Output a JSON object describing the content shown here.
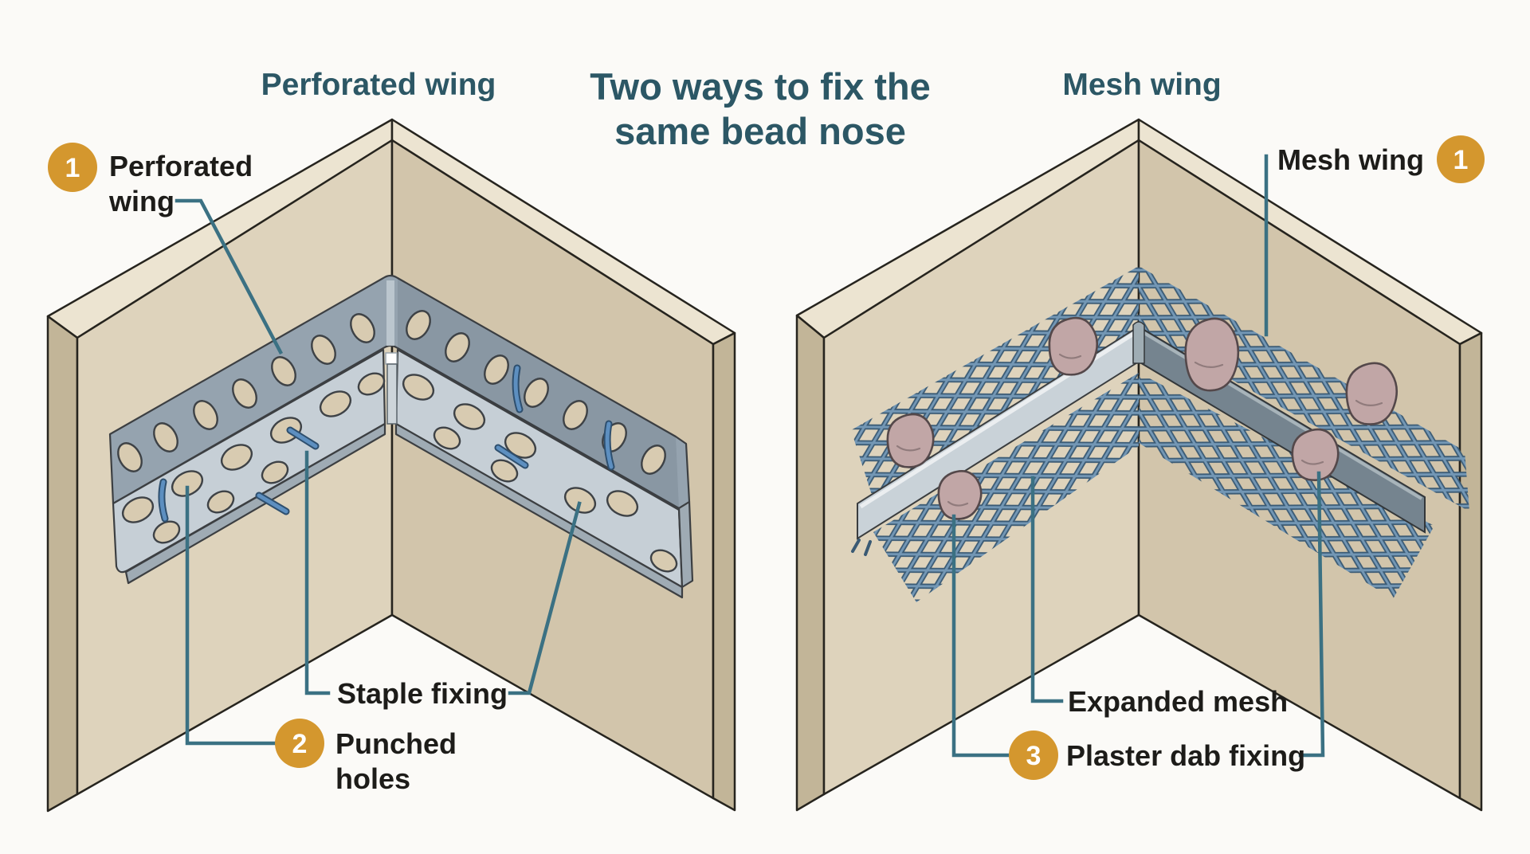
{
  "title": {
    "line1": "Two ways to fix the",
    "line2": "same bead nose"
  },
  "left_diagram": {
    "heading": "Perforated wing",
    "callout_perforated_wing": {
      "number": "1",
      "line1": "Perforated",
      "line2": "wing"
    },
    "callout_staple_fixing": {
      "label": "Staple fixing"
    },
    "callout_punched_holes": {
      "number": "2",
      "line1": "Punched",
      "line2": "holes"
    }
  },
  "right_diagram": {
    "heading": "Mesh wing",
    "callout_mesh_wing": {
      "number": "1",
      "label": "Mesh wing"
    },
    "callout_expanded_mesh": {
      "label": "Expanded mesh"
    },
    "callout_plaster_dab": {
      "number": "3",
      "label": "Plaster dab fixing"
    }
  },
  "colors": {
    "page_bg": "#fbfaf7",
    "ink": "#26241e",
    "ink_soft": "#3c3f42",
    "label_ink": "#1d1c19",
    "heading_teal": "#2c5765",
    "leader_teal": "#3b7183",
    "callout_orange": "#d4972e",
    "circle_text": "#ffffff",
    "wall_face_left": "#ded3bc",
    "wall_face_right": "#d2c5ab",
    "wall_side": "#c2b598",
    "wall_bevel": "#ece4d1",
    "bead_top": "#95a3af",
    "bead_front": "#c6cfd6",
    "bead_lip": "#9fabb4",
    "bead_nose": "#cdd5da",
    "hole_fill": "#d8cbb1",
    "hole_rim": "#3e4246",
    "staple": "#5d8fc0",
    "staple_dark": "#2e4f6e",
    "mesh_dark": "#3a5a74",
    "mesh_lite": "#7397b5",
    "nose_light": "#c9d2d8",
    "nose_dark": "#75848f",
    "dab": "#c1a6a6",
    "dab_line": "#54484a"
  }
}
